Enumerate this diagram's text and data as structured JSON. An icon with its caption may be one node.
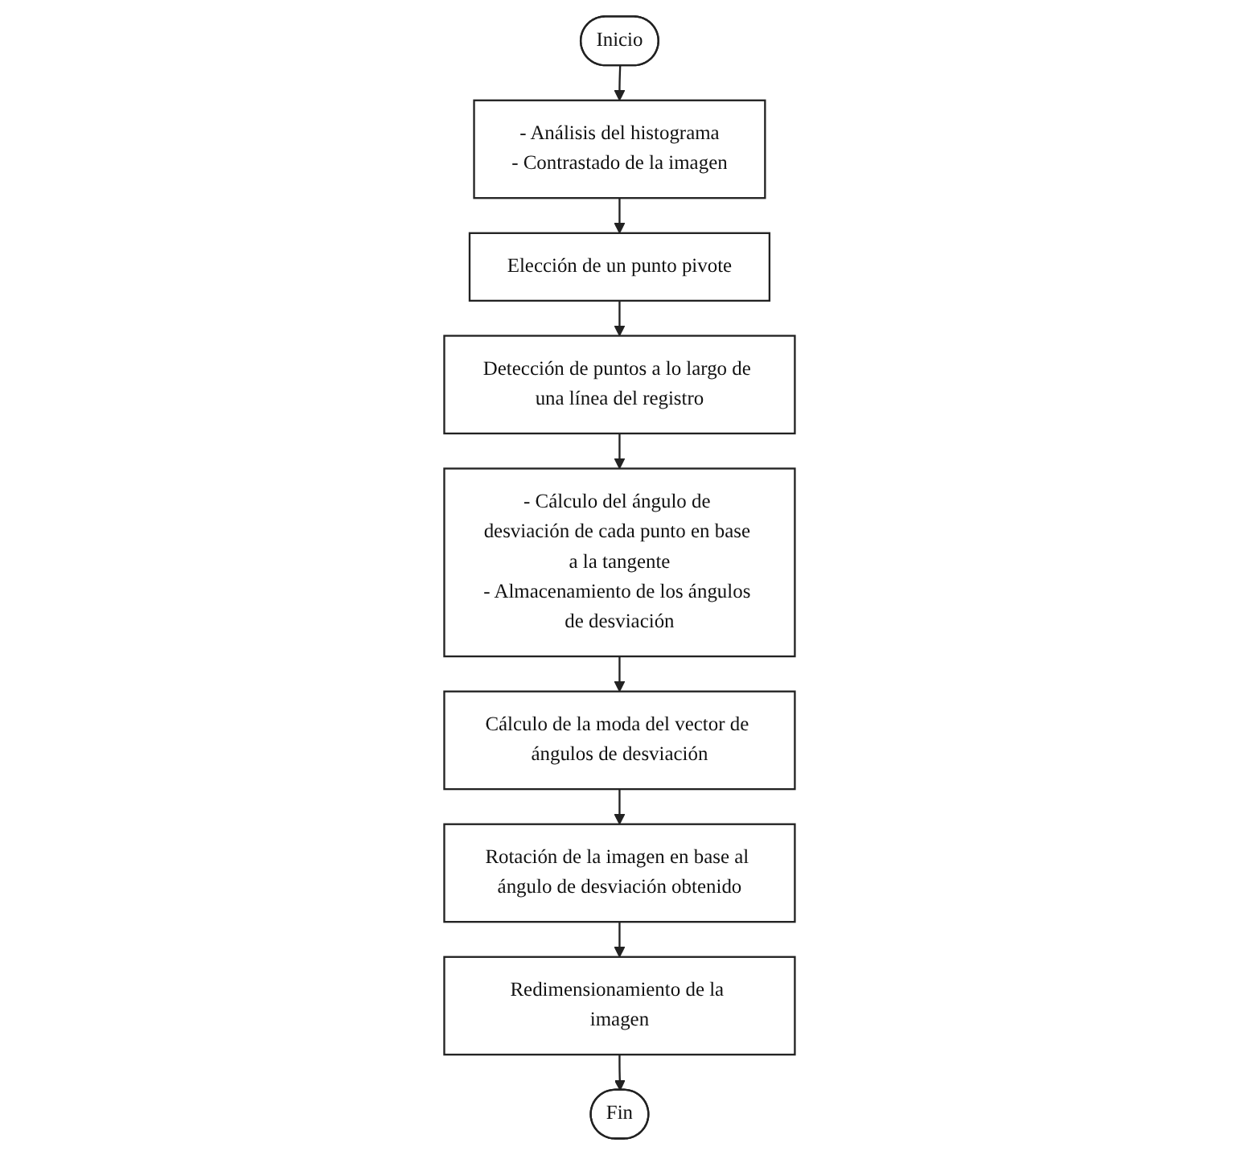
{
  "diagram": {
    "nodes": [
      {
        "text": [
          "Inicio"
        ]
      },
      {
        "text": [
          "- Análisis del histograma",
          "- Contrastado de la imagen"
        ]
      },
      {
        "text": [
          "Elección de un punto pivote"
        ]
      },
      {
        "text": [
          "Detección de puntos a lo largo de una línea del registro"
        ]
      },
      {
        "text": [
          "- Cálculo del ángulo de desviación de cada punto en base a la tangente",
          "- Almacenamiento de los ángulos de desviación"
        ]
      },
      {
        "text": [
          "Cálculo de la moda del vector de ángulos de desviación"
        ]
      },
      {
        "text": [
          "Rotación de la imagen en base al ángulo de desviación obtenido"
        ]
      },
      {
        "text": [
          "Redimensionamiento de la imagen"
        ]
      },
      {
        "text": [
          "Fin"
        ]
      }
    ],
    "edges": [
      {
        "from": 0,
        "to": 1,
        "arrow": "to"
      },
      {
        "from": 1,
        "to": 2,
        "arrow": "to"
      },
      {
        "from": 2,
        "to": 3,
        "arrow": "to"
      },
      {
        "from": 3,
        "to": 4,
        "arrow": "to"
      },
      {
        "from": 4,
        "to": 5,
        "arrow": "to"
      },
      {
        "from": 5,
        "to": 6,
        "arrow": "to"
      },
      {
        "from": 6,
        "to": 7,
        "arrow": "to"
      },
      {
        "from": 7,
        "to": 8,
        "arrow": "to"
      }
    ]
  }
}
